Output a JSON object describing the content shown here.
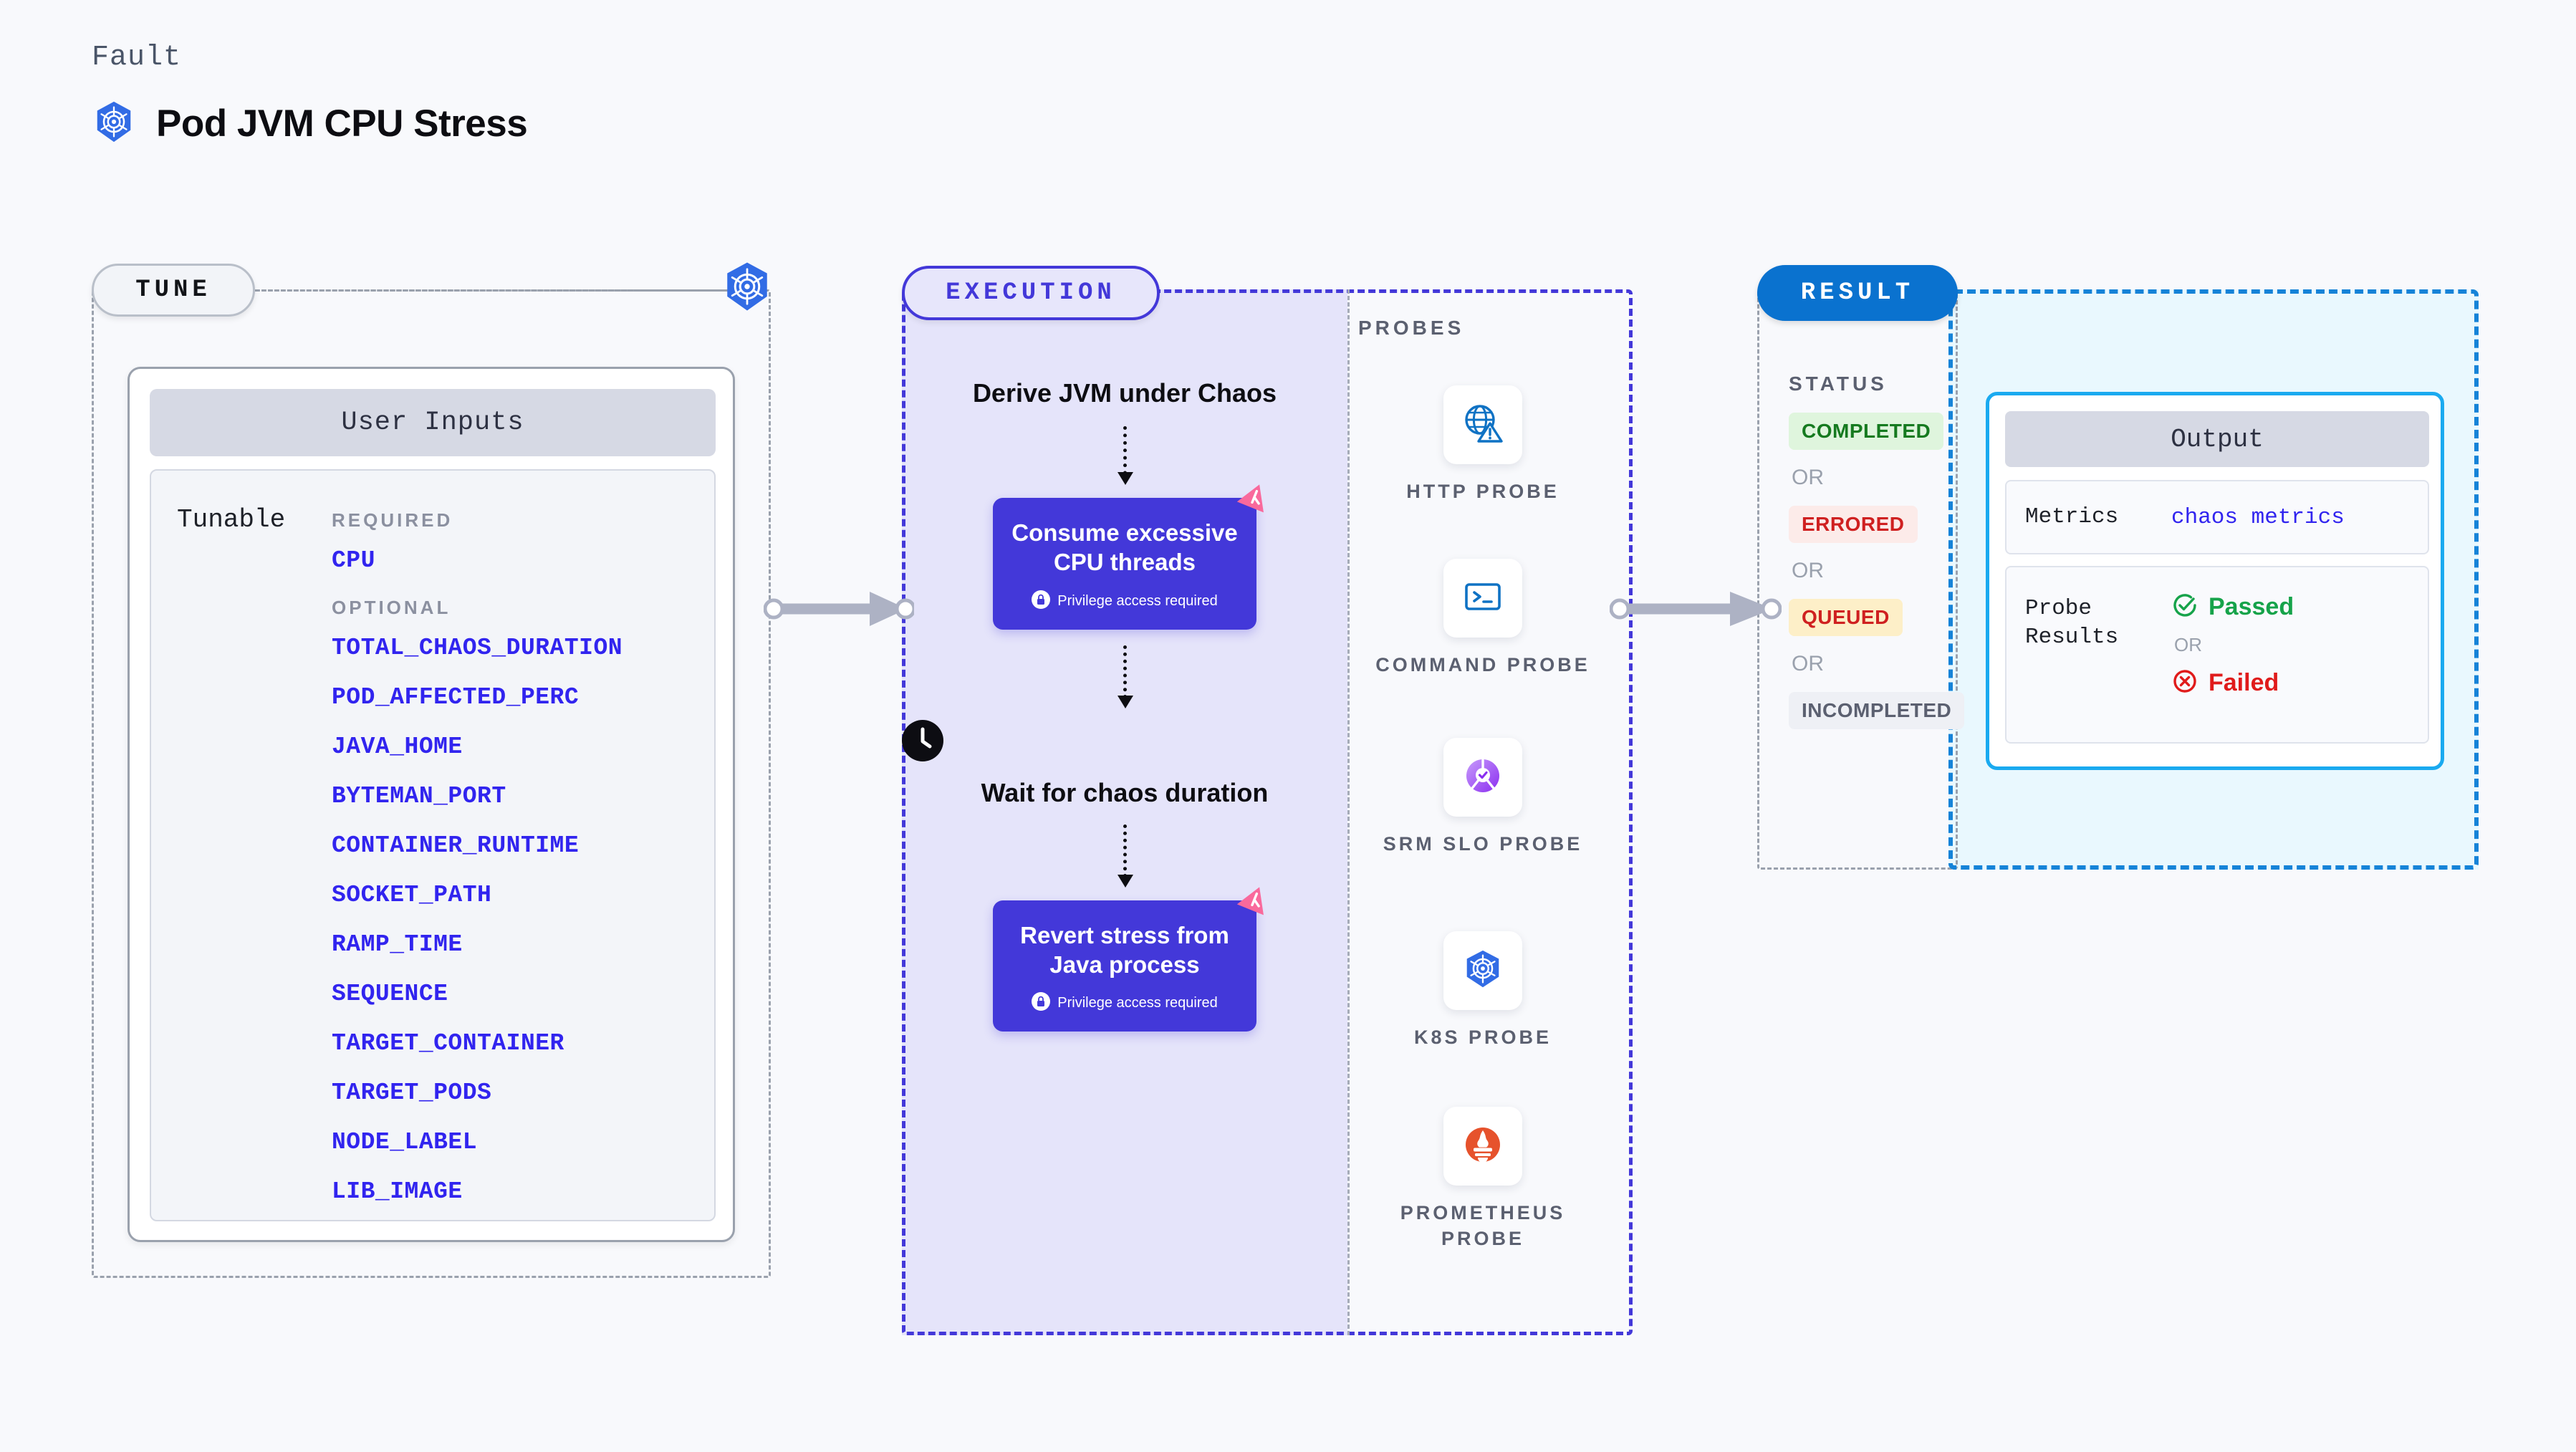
{
  "header": {
    "eyebrow": "Fault",
    "title": "Pod JVM CPU Stress",
    "icon": "kubernetes-icon"
  },
  "stages": {
    "tune": "TUNE",
    "execution": "EXECUTION",
    "result": "RESULT"
  },
  "tune": {
    "card_title": "User Inputs",
    "tunable_label": "Tunable",
    "groups": [
      {
        "heading": "REQUIRED",
        "params": [
          "CPU"
        ]
      },
      {
        "heading": "OPTIONAL",
        "params": [
          "TOTAL_CHAOS_DURATION",
          "POD_AFFECTED_PERC",
          "JAVA_HOME",
          "BYTEMAN_PORT",
          "CONTAINER_RUNTIME",
          "SOCKET_PATH",
          "RAMP_TIME",
          "SEQUENCE",
          "TARGET_CONTAINER",
          "TARGET_PODS",
          "NODE_LABEL",
          "LIB_IMAGE"
        ]
      }
    ]
  },
  "execution": {
    "step1": "Derive JVM under Chaos",
    "action1": {
      "title": "Consume excessive CPU threads",
      "note": "Privilege access required"
    },
    "wait": "Wait for chaos duration",
    "action2": {
      "title": "Revert stress from Java process",
      "note": "Privilege access required"
    }
  },
  "probes": {
    "label": "PROBES",
    "items": [
      {
        "name": "HTTP PROBE",
        "icon": "globe-warning-icon"
      },
      {
        "name": "COMMAND PROBE",
        "icon": "terminal-icon"
      },
      {
        "name": "SRM SLO PROBE",
        "icon": "slo-donut-check-icon"
      },
      {
        "name": "K8S PROBE",
        "icon": "kubernetes-icon"
      },
      {
        "name": "PROMETHEUS PROBE",
        "icon": "prometheus-torch-icon"
      }
    ]
  },
  "result": {
    "status_label": "STATUS",
    "or": "OR",
    "statuses": [
      {
        "label": "COMPLETED",
        "fg": "#157a1f",
        "bg": "#dff5dd"
      },
      {
        "label": "ERRORED",
        "fg": "#cf2020",
        "bg": "#fcebe9"
      },
      {
        "label": "QUEUED",
        "fg": "#cf2020",
        "bg": "#fdefc8"
      },
      {
        "label": "INCOMPLETED",
        "fg": "#5b6070",
        "bg": "#eef0f5"
      }
    ],
    "output": {
      "title": "Output",
      "metrics_key": "Metrics",
      "metrics_value": "chaos metrics",
      "probe_results_key": "Probe Results",
      "passed": "Passed",
      "failed": "Failed",
      "or": "OR"
    }
  },
  "colors": {
    "indigo": "#4338d9",
    "param_blue": "#3124ef",
    "k8s_blue": "#326ce5",
    "result_blue": "#0a72cf",
    "output_cyan": "#1aaaf0",
    "pink_badge": "#f9699c",
    "prometheus_orange": "#e6522c"
  }
}
